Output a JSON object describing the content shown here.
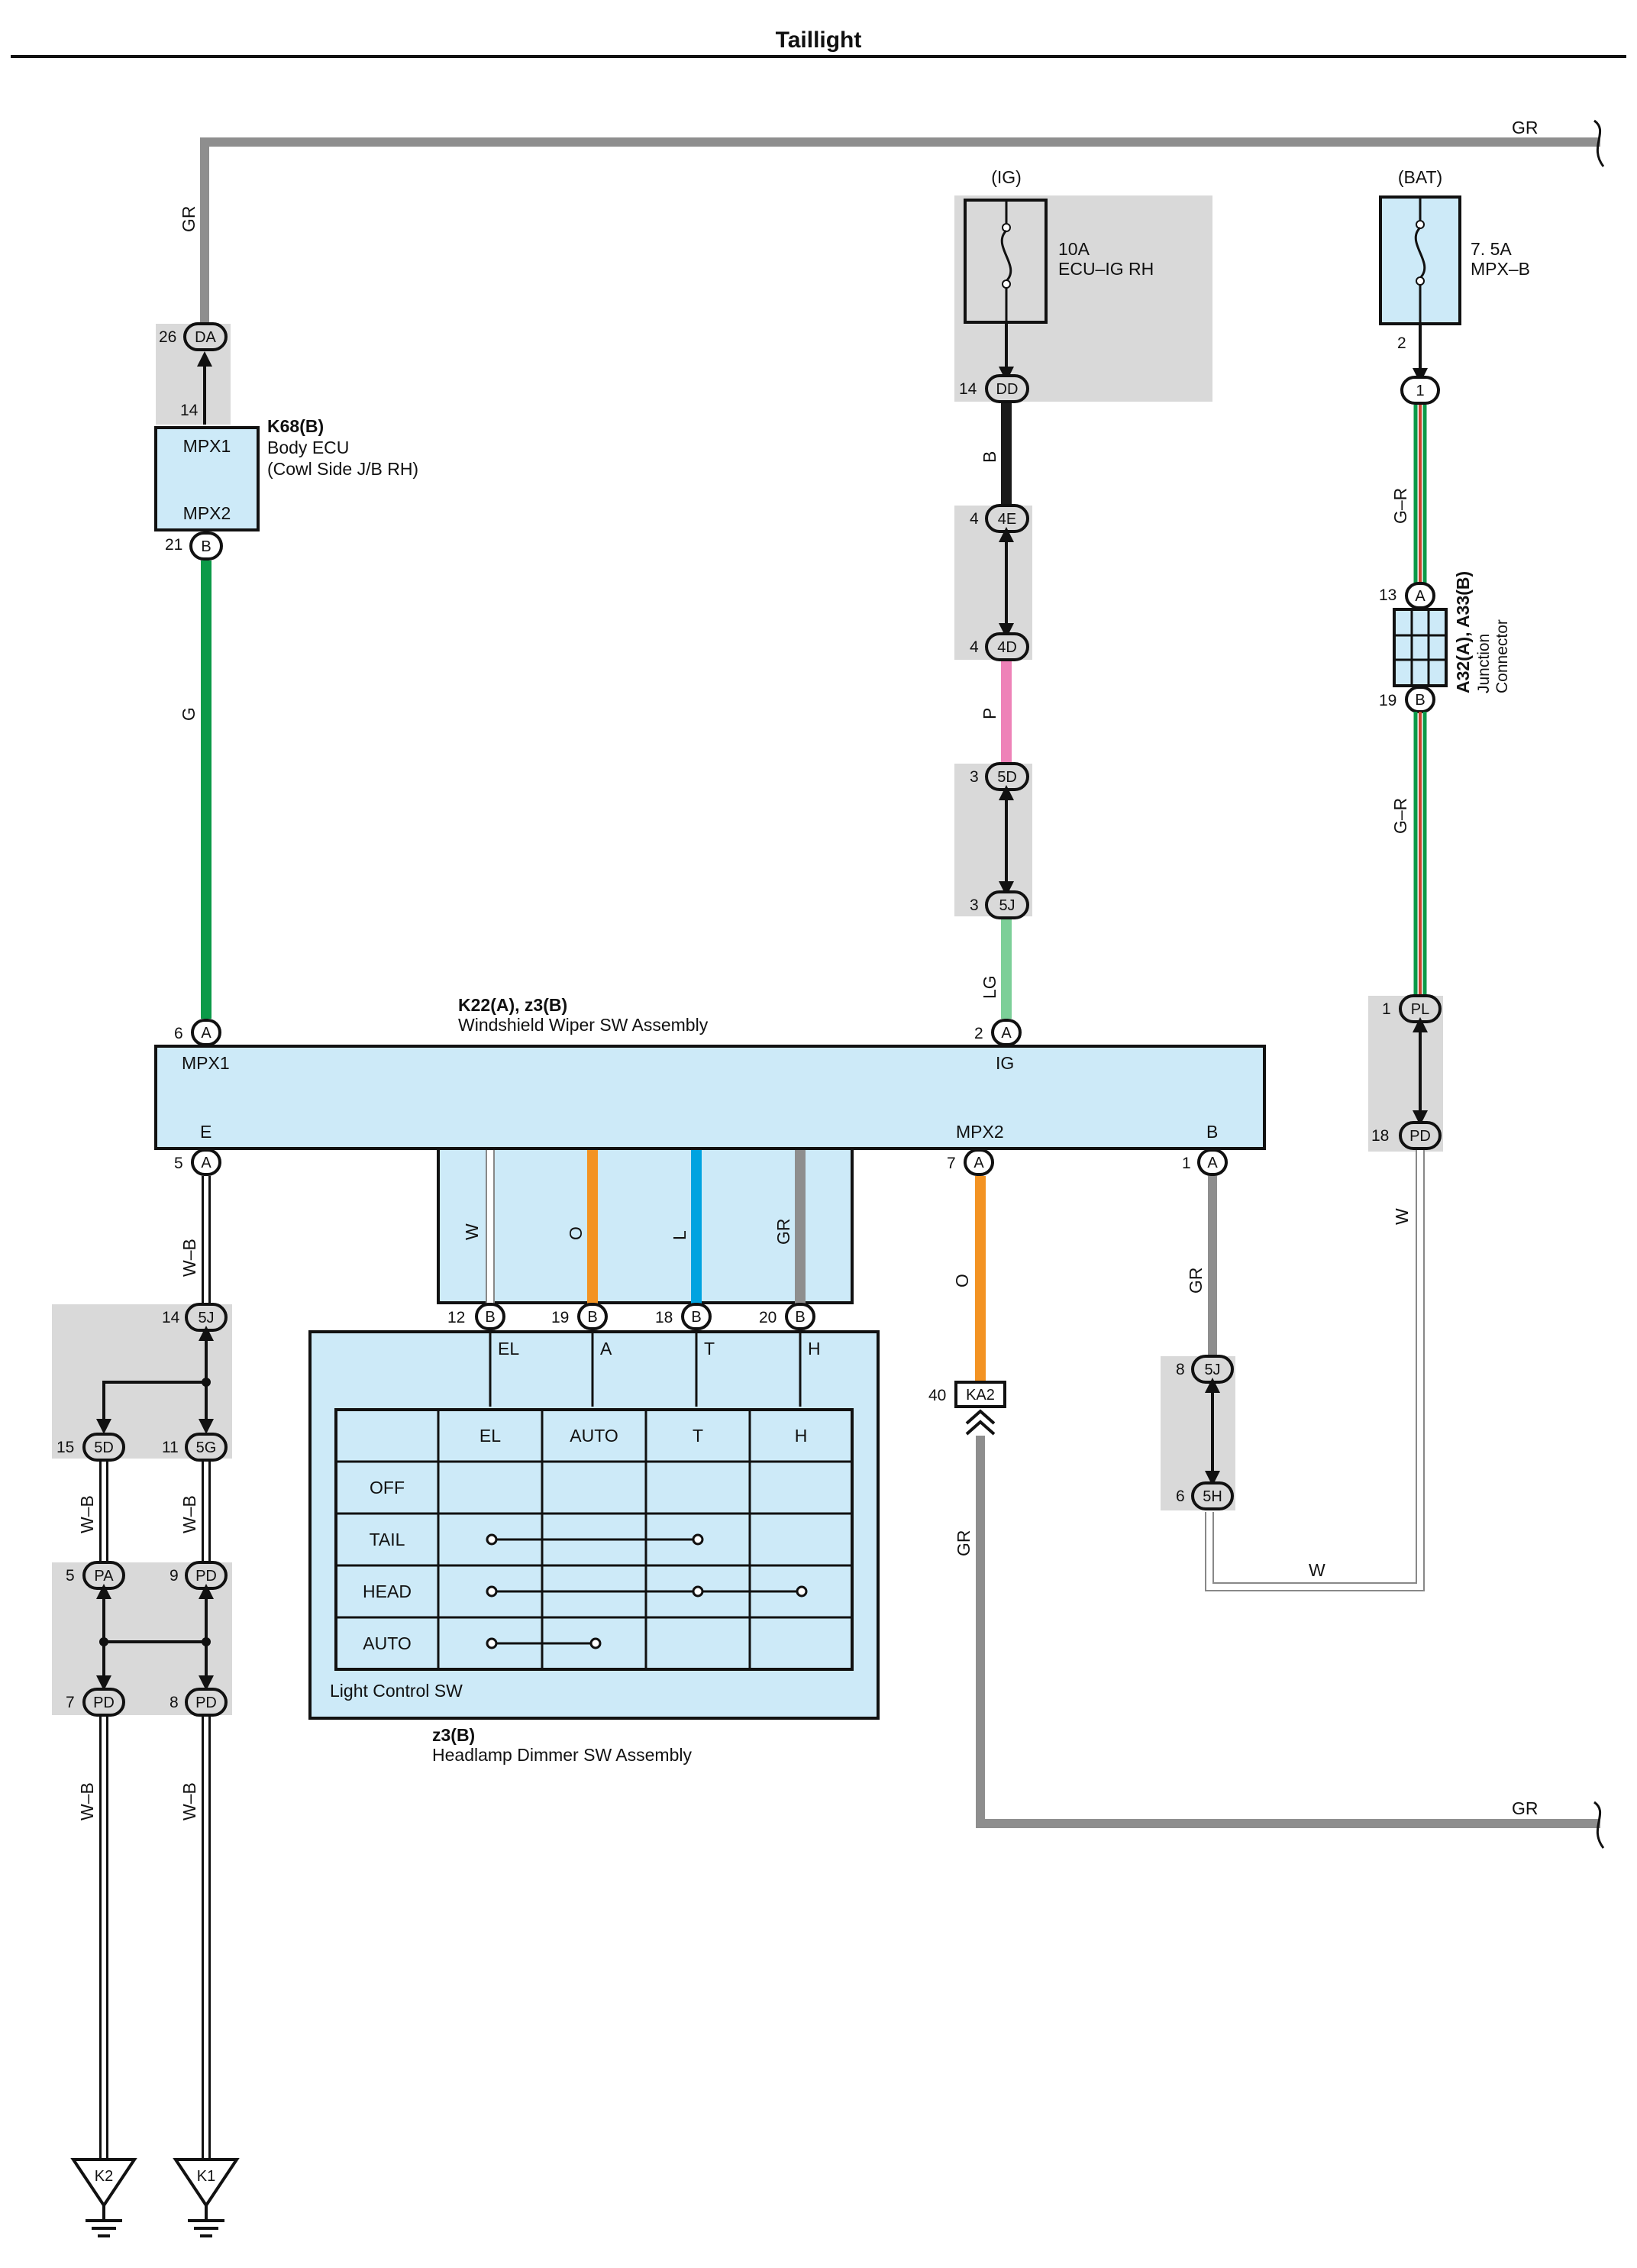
{
  "page": {
    "title": "Taillight"
  },
  "wire_colors": {
    "GR": "#8e8e8e",
    "G": "#0b9a48",
    "B": "#1a1a1a",
    "P": "#ee82b8",
    "LG": "#7ccf98",
    "O": "#f39322",
    "L": "#00a3e0",
    "GR_R": "#c8442f",
    "box": "#cdeaf8",
    "shade": "#d9d9d9"
  },
  "labels": {
    "wire_gr": "GR",
    "wire_g": "G",
    "wire_b": "B",
    "wire_p": "P",
    "wire_lg": "LG",
    "wire_w": "W",
    "wire_o": "O",
    "wire_l": "L",
    "wire_gr_r": "G–R",
    "wire_wb": "W–B"
  },
  "body_ecu": {
    "code": "K68(B)",
    "name": "Body ECU",
    "sub": "(Cowl Side J/B RH)",
    "pin_top": "MPX1",
    "pin_bottom": "MPX2",
    "n26": "26",
    "n14": "14",
    "n21": "21",
    "conn_da": "DA",
    "conn_b": "B"
  },
  "fuse_ig": {
    "supply": "(IG)",
    "rating": "10A",
    "name": "ECU–IG RH",
    "n14": "14",
    "conn": "DD"
  },
  "fuse_bat": {
    "supply": "(BAT)",
    "rating": "7. 5A",
    "name": "MPX–B",
    "n2": "2",
    "n1": "1"
  },
  "connectors": {
    "c4E": "4E",
    "c4D": "4D",
    "c5D": "5D",
    "c5J": "5J",
    "n4": "4",
    "n3": "3",
    "PL": "PL",
    "PD": "PD",
    "n1": "1",
    "n18": "18",
    "A": "A",
    "B": "B",
    "n13": "13",
    "n19": "19"
  },
  "junction": {
    "code": "A32(A), A33(B)",
    "name": "Junction",
    "name2": "Connector"
  },
  "wiper_sw": {
    "code": "K22(A), z3(B)",
    "name": "Windshield Wiper SW Assembly",
    "MPX1": "MPX1",
    "IG": "IG",
    "E": "E",
    "MPX2": "MPX2",
    "B": "B",
    "n6": "6",
    "n2": "2",
    "n5": "5",
    "n7": "7",
    "n1": "1"
  },
  "light_sw": {
    "pins": {
      "n12": "12",
      "n19": "19",
      "n18": "18",
      "n20": "20",
      "el": "EL",
      "a": "A",
      "t": "T",
      "h": "H"
    },
    "headers": [
      "EL",
      "AUTO",
      "T",
      "H"
    ],
    "rows": [
      "OFF",
      "TAIL",
      "HEAD",
      "AUTO"
    ],
    "name": "Light Control SW",
    "assy_code": "z3(B)",
    "assy_name": "Headlamp Dimmer SW Assembly"
  },
  "left_chain": {
    "n14": "14",
    "c5J": "5J",
    "n15": "15",
    "c5D": "5D",
    "n11": "11",
    "c5G": "5G",
    "n5": "5",
    "cPA": "PA",
    "n9": "9",
    "cPD": "PD",
    "n7": "7",
    "n8": "8",
    "g2": "K2",
    "g1": "K1"
  },
  "ka2": {
    "n40": "40",
    "conn": "KA2"
  },
  "right_chain": {
    "n8": "8",
    "c5J": "5J",
    "n6": "6",
    "c5H": "5H"
  }
}
